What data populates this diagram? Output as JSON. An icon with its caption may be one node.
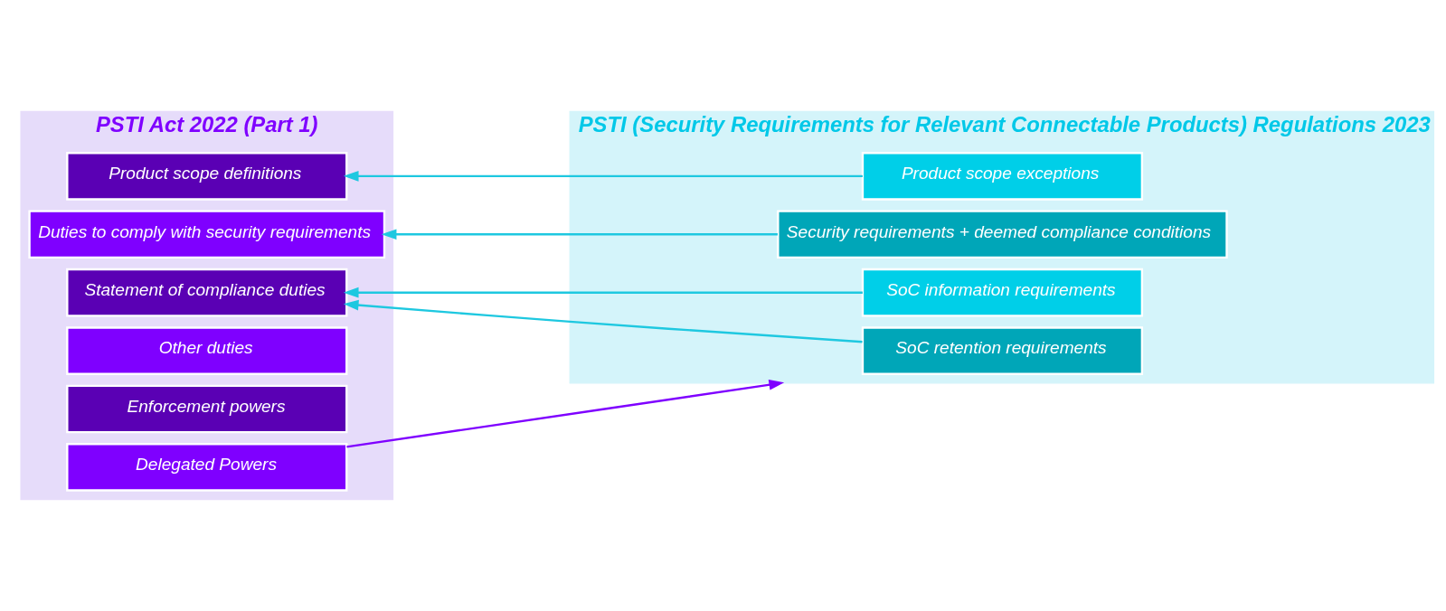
{
  "diagram": {
    "nodes": [
      {
        "text": [
          "PSTI Act 2022 (Part 1)"
        ]
      },
      {
        "text": [
          "Product scope definitions"
        ],
        "in": 0
      },
      {
        "text": [
          "Duties to comply with security requirements"
        ],
        "in": 0
      },
      {
        "text": [
          "Statement of compliance duties"
        ],
        "in": 0
      },
      {
        "text": [
          "Other duties"
        ],
        "in": 0
      },
      {
        "text": [
          "Enforcement powers"
        ],
        "in": 0
      },
      {
        "text": [
          "Delegated Powers"
        ],
        "in": 0
      },
      {
        "text": [
          "PSTI (Security Requirements for Relevant Connectable Products) Regulations 2023"
        ]
      },
      {
        "text": [
          "Product scope exceptions"
        ],
        "in": 7
      },
      {
        "text": [
          "Security requirements + deemed compliance conditions"
        ],
        "in": 7
      },
      {
        "text": [
          "SoC information requirements"
        ],
        "in": 7
      },
      {
        "text": [
          "SoC retention requirements"
        ],
        "in": 7
      }
    ],
    "edges": [
      {
        "from": 8,
        "to": 1,
        "arrow": "to"
      },
      {
        "from": 9,
        "to": 2,
        "arrow": "to"
      },
      {
        "from": 10,
        "to": 3,
        "arrow": "to"
      },
      {
        "from": 11,
        "to": 3,
        "arrow": "to"
      },
      {
        "from": 6,
        "to": 7,
        "arrow": "to",
        "color": "#7f00ff"
      }
    ]
  }
}
